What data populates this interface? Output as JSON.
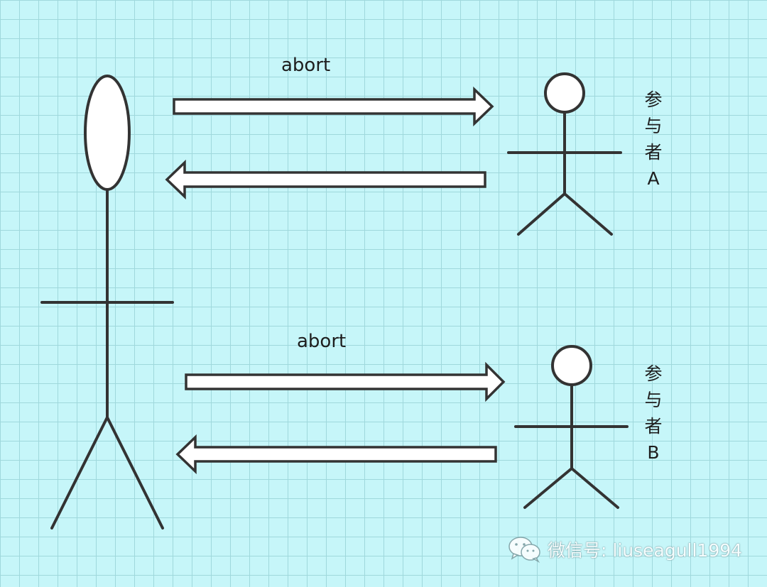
{
  "messages": [
    {
      "label": "abort"
    },
    {
      "label": "abort"
    }
  ],
  "participants": [
    {
      "chars": [
        "参",
        "与",
        "者",
        "A"
      ]
    },
    {
      "chars": [
        "参",
        "与",
        "者",
        "B"
      ]
    }
  ],
  "watermark": {
    "text": "微信号: liuseagull1994",
    "icon": "wechat-icon"
  },
  "colors": {
    "background": "#c6f6f9",
    "grid": "#9fd8dc",
    "stroke": "#333333",
    "arrow_fill": "#ffffff"
  }
}
